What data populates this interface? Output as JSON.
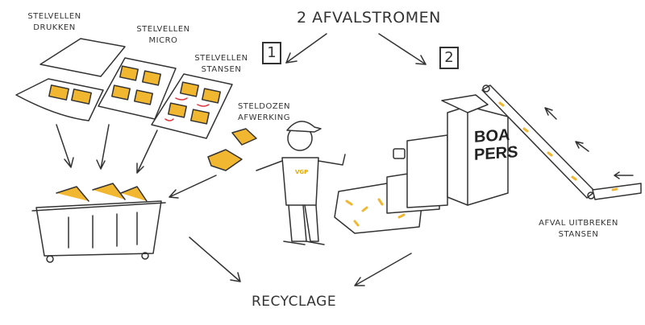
{
  "title": "2 AFVALSTROMEN",
  "streams": [
    {
      "number": "1"
    },
    {
      "number": "2"
    }
  ],
  "labels": {
    "stelvellen_drukken": [
      "STELVELLEN",
      "DRUKKEN"
    ],
    "stelvellen_micro": [
      "STELVELLEN",
      "MICRO"
    ],
    "stelvellen_stansen": [
      "STELVELLEN",
      "STANSEN"
    ],
    "steldozen_afwerking": [
      "STELDOZEN",
      "AFWERKING"
    ],
    "afval_uitbreken": [
      "AFVAL UITBREKEN",
      "STANSEN"
    ],
    "recyclage": "RECYCLAGE"
  },
  "machine": {
    "name": [
      "BOA",
      "PERS"
    ]
  },
  "shirt_logo": "VGP",
  "colors": {
    "accent": "#f2b731",
    "ink": "#333333",
    "cut_line": "#e0303a"
  }
}
